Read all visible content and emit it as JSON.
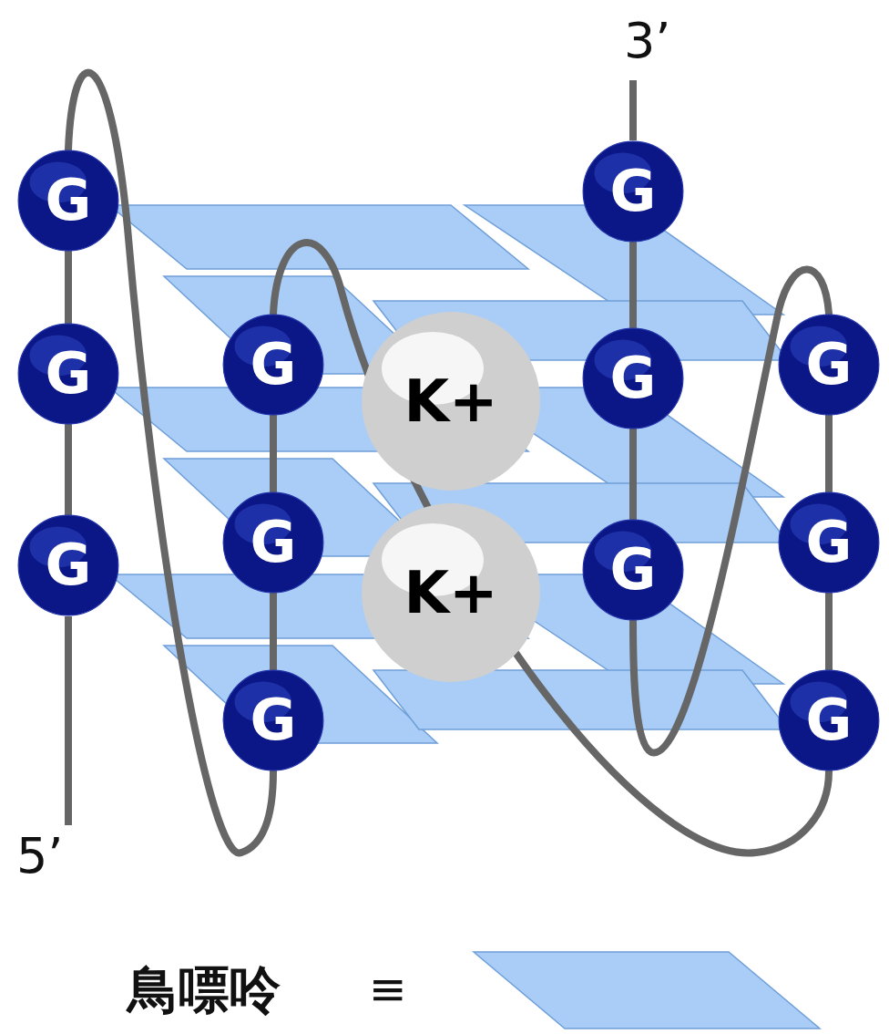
{
  "diagram": {
    "nodes": [
      {
        "text": [
          "G"
        ]
      },
      {
        "text": [
          "G"
        ]
      },
      {
        "text": [
          "G"
        ]
      },
      {
        "text": [
          "G"
        ]
      },
      {
        "text": [
          "G"
        ]
      },
      {
        "text": [
          "G"
        ]
      },
      {
        "text": [
          "G"
        ]
      },
      {
        "text": [
          "G"
        ]
      },
      {
        "text": [
          "G"
        ]
      },
      {
        "text": [
          "G"
        ]
      },
      {
        "text": [
          "G"
        ]
      },
      {
        "text": [
          "G"
        ]
      },
      {
        "text": [
          "K+"
        ]
      },
      {
        "text": [
          "K+"
        ]
      }
    ],
    "edges": [
      {
        "from": 0,
        "to": 1,
        "arrow": "none"
      },
      {
        "from": 1,
        "to": 2,
        "arrow": "none"
      },
      {
        "from": 2,
        "to": 3,
        "arrow": "none"
      },
      {
        "from": 3,
        "to": 4,
        "arrow": "none"
      },
      {
        "from": 4,
        "to": 5,
        "arrow": "none"
      },
      {
        "from": 5,
        "to": 6,
        "arrow": "none"
      },
      {
        "from": 6,
        "to": 7,
        "arrow": "none"
      },
      {
        "from": 7,
        "to": 8,
        "arrow": "none"
      },
      {
        "from": 8,
        "to": 9,
        "arrow": "none"
      },
      {
        "from": 9,
        "to": 10,
        "arrow": "none"
      },
      {
        "from": 10,
        "to": 11,
        "arrow": "none"
      }
    ],
    "labels": [
      "5’",
      "3’",
      "≡"
    ],
    "legend": [
      {
        "text": "鳥嘌呤",
        "color": "#a9cdf7"
      }
    ]
  }
}
